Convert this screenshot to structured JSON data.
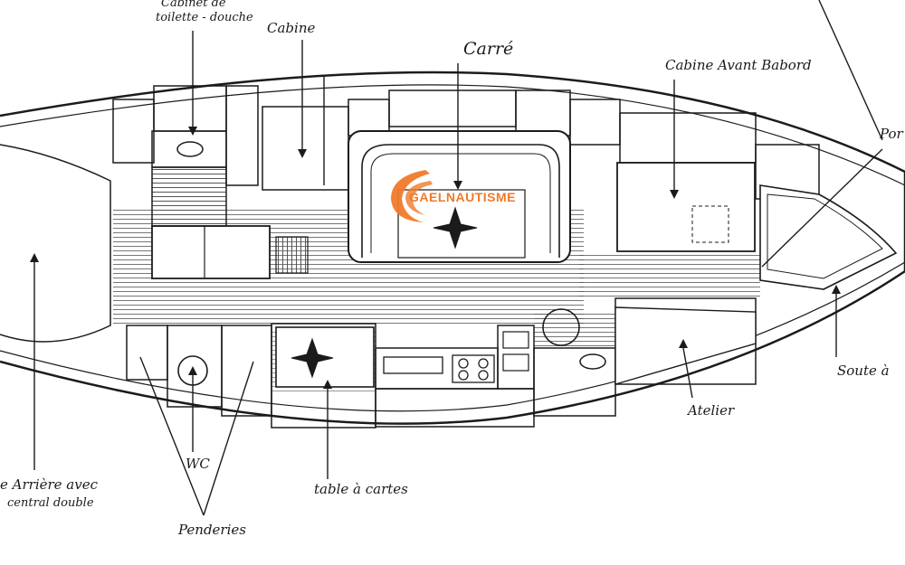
{
  "labels": {
    "cabinet_line1": "Cabinet de",
    "cabinet_line2": "toilette - douche",
    "cabine": "Cabine",
    "carre": "Carré",
    "cabine_avant": "Cabine Avant Babord",
    "port": "Por",
    "soute": "Soute à",
    "atelier": "Atelier",
    "arriere_line1": "e Arrière avec",
    "arriere_line2": "central double",
    "table": "table à cartes",
    "wc": "WC",
    "penderies": "Penderies"
  },
  "watermark": {
    "text": "GAELNAUTISME",
    "color": "#f07a2a"
  },
  "colors": {
    "ink": "#1b1b1b",
    "hatch": "#555555",
    "accent": "#f07a2a"
  }
}
